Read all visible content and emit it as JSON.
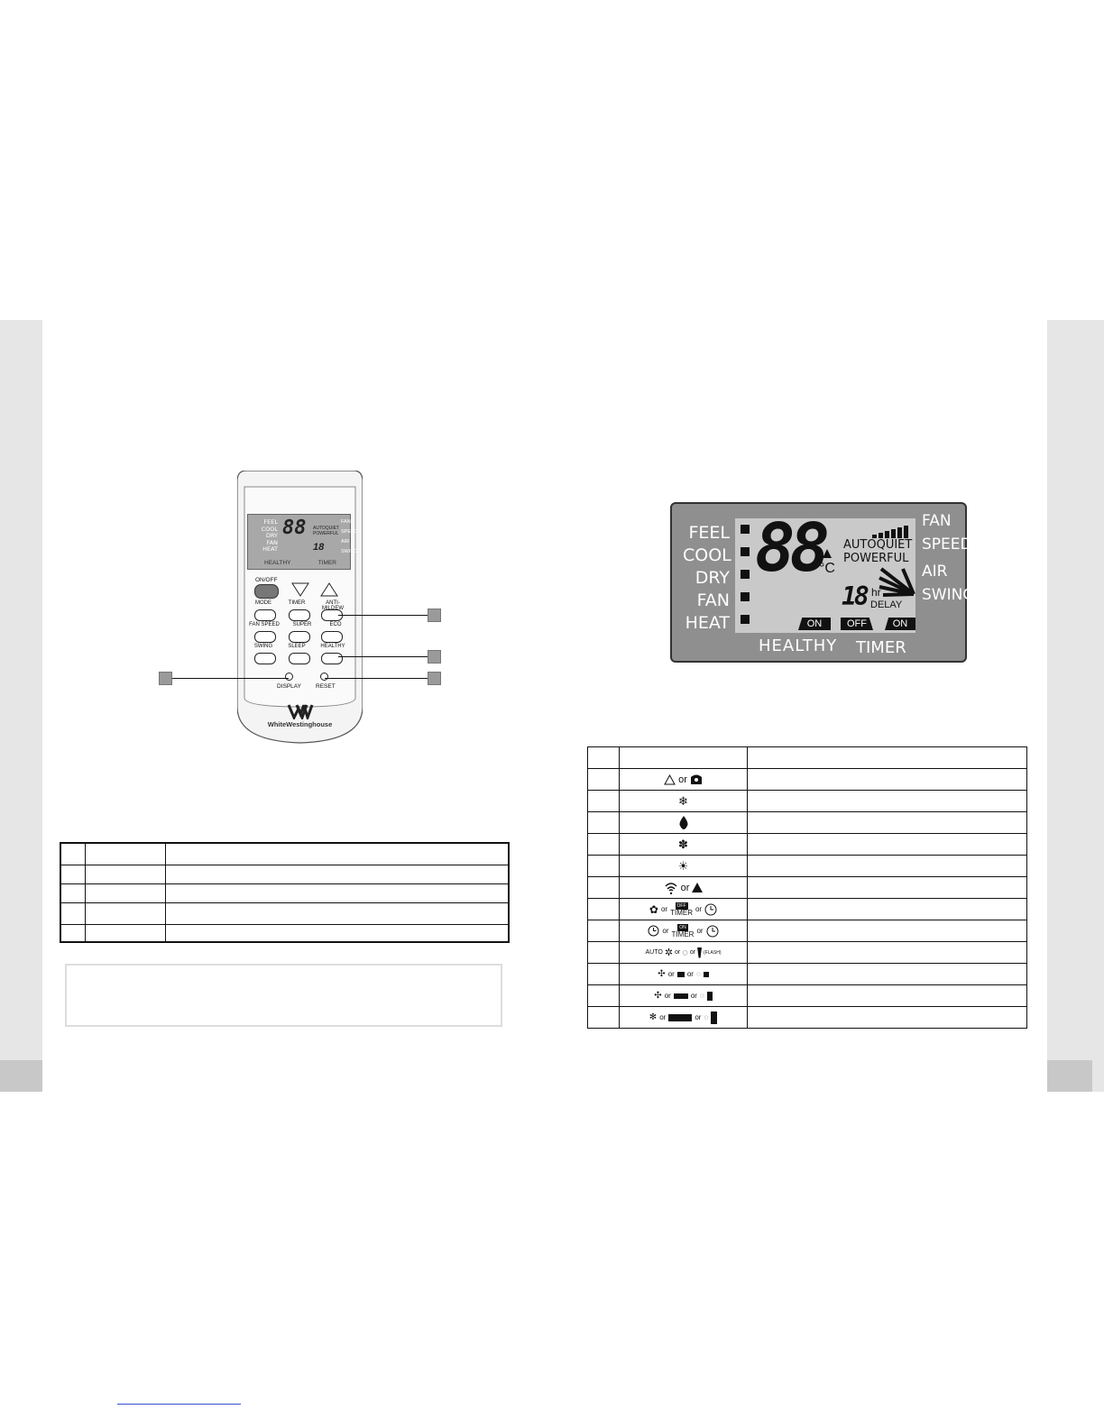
{
  "remote": {
    "lcd_left_labels": [
      "FEEL",
      "COOL",
      "DRY",
      "FAN",
      "HEAT"
    ],
    "lcd_right_labels": [
      "FAN",
      "SPEED",
      "AIR",
      "SWING"
    ],
    "lcd_digits": "88",
    "lcd_small": "AUTOQUIET POWERFUL",
    "lcd_timer_digits": "18",
    "lcd_bottom": [
      "HEALTHY",
      "TIMER"
    ],
    "buttons": [
      {
        "label": "ON/OFF"
      },
      {
        "label": "MODE"
      },
      {
        "label": "TIMER"
      },
      {
        "label": "ANTI-MILDEW"
      },
      {
        "label": "FAN SPEED"
      },
      {
        "label": "SUPER"
      },
      {
        "label": "ECO"
      },
      {
        "label": "SWING"
      },
      {
        "label": "SLEEP"
      },
      {
        "label": "HEALTHY"
      }
    ],
    "bottom_labels": [
      "DISPLAY",
      "RESET"
    ],
    "brand": "WhiteWestinghouse"
  },
  "display": {
    "left_labels": [
      "FEEL",
      "COOL",
      "DRY",
      "FAN",
      "HEAT"
    ],
    "right_labels": [
      "FAN",
      "SPEED",
      "AIR",
      "SWING"
    ],
    "digits": "88",
    "degree": "°C",
    "autoquiet": "AUTOQUIET",
    "powerful": "POWERFUL",
    "timer_digits": "18",
    "hr": "hr",
    "delay": "DELAY",
    "healthy_on": "ON",
    "timer_off": "OFF",
    "timer_on": "ON",
    "bottom_healthy": "HEALTHY",
    "bottom_timer": "TIMER"
  },
  "icon_table": {
    "or": "or",
    "timer_word": "TIMER",
    "auto_word": "AUTO",
    "flash_word": "(FLASH)",
    "off_badge": "OFF",
    "on_badge": "ON"
  }
}
